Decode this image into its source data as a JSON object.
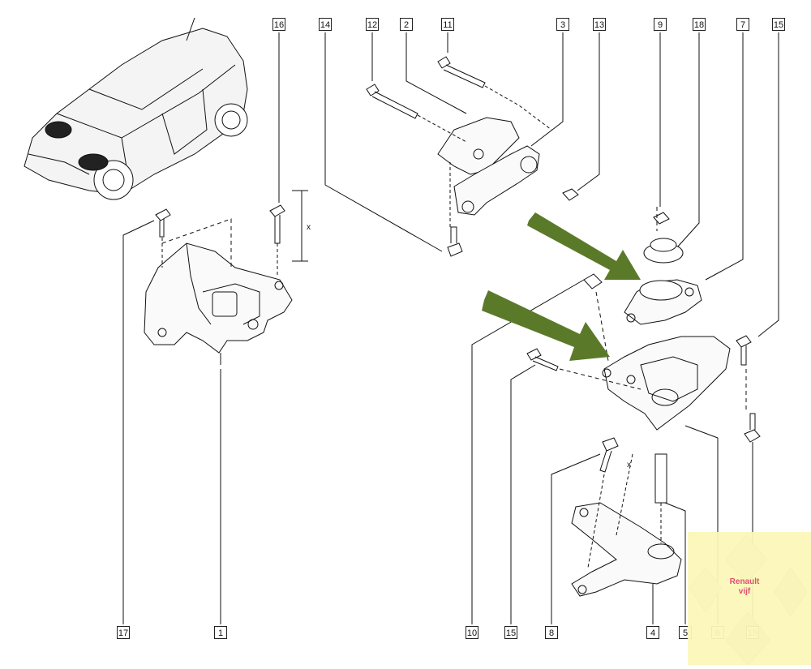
{
  "callouts": [
    "16",
    "14",
    "12",
    "2",
    "11",
    "3",
    "13",
    "9",
    "18",
    "7",
    "15",
    "17",
    "1",
    "10",
    "15",
    "8",
    "4",
    "5",
    "6",
    "19"
  ],
  "dimension_label": "x",
  "watermark": {
    "line1": "Renault",
    "line2": "vijf",
    "color": "#e0506e",
    "logo_icon": "renault-diamond-logo"
  },
  "arrows": {
    "color": "#5a7a2a",
    "count": 2
  }
}
